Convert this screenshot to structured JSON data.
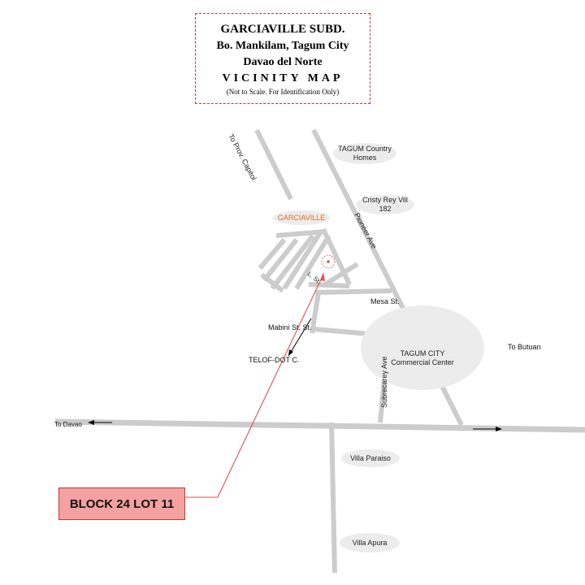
{
  "title": {
    "line1": "GARCIAVILLE SUBD.",
    "line2": "Bo. Mankilam, Tagum City",
    "line3": "Davao del Norte",
    "line4": "VICINITY MAP",
    "line5": "(Not to Scale. For Identification Only)"
  },
  "landmarks": {
    "tagum_country_homes": "TAGUM Country\nHomes",
    "cristy_rey": "Cristy Rey Vill\n182",
    "garciaville": "GARCIAVILLE",
    "commercial_center": "TAGUM CITY\nCommercial Center",
    "villa_paraiso": "Villa Paraiso",
    "villa_apura": "Villa Apura"
  },
  "roads": {
    "to_prov_capitol": "To Prov. Capitol",
    "pioneer_ave": "Pioneer Ave",
    "mesa_st": "Mesa St.",
    "mabini_st": "Mabini St. St.",
    "telof_dot": "TELOF-DOT C.",
    "subrecarey_ave": "Subrecarey Ave",
    "to_butuan": "To Butuan",
    "to_davao": "To Davao",
    "local_st": "L. St."
  },
  "callout": {
    "label": "BLOCK 24 LOT 11"
  },
  "colors": {
    "road": "#cccccc",
    "accent": "#e05050",
    "oval": "#ececec",
    "callout_fill": "#f4a1a1",
    "garciaville_text": "#e07020"
  }
}
